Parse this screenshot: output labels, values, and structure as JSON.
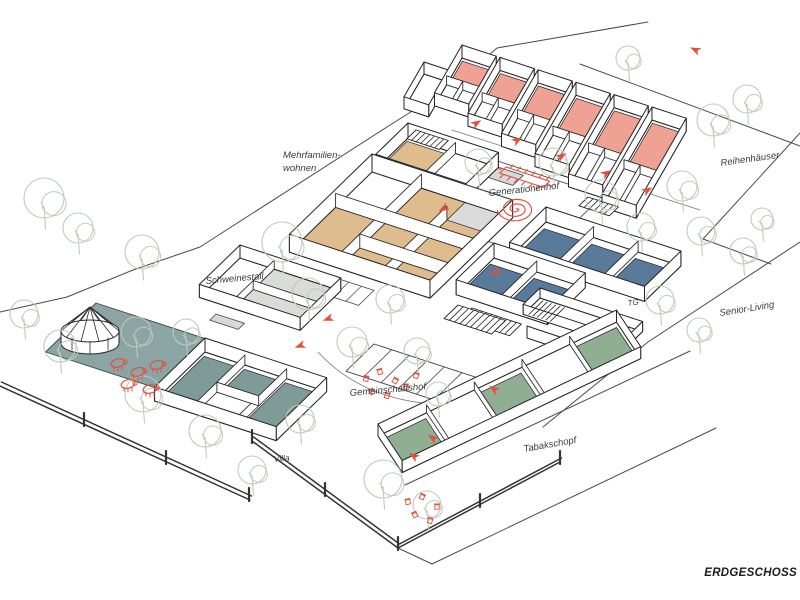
{
  "title": "ERDGESCHOSS",
  "labels": {
    "mehrfamilien_line1": "Mehrfamilien-",
    "mehrfamilien_line2": "wohnen",
    "reihenhaeuser": "Reihenhäuser",
    "generationenhof": "Generationenhof",
    "schweinestall": "Schweinestall",
    "senior_living": "Senior-Living",
    "tg": "TG",
    "gemeinschaftshof": "Gemeinschaftshof",
    "tabakschopf": "Tabakschopf",
    "villa": "Villa",
    "erdgeschoss": "ERDGESCHOSS"
  },
  "colors": {
    "rowhouse_floor": "#efa193",
    "apartment_floor": "#dfbc8e",
    "senior_floor": "#5a7a99",
    "villa_floor": "#7f9b99",
    "pigyard_ground": "#8aa5a3",
    "tobacco_floor": "#8fae92",
    "stable_floor": "#d9dcd9",
    "path_gray": "#d8d8d8",
    "accent_red": "#e2503c",
    "tree_outline": "#bfcabf",
    "line": "#222222",
    "boundary_line": "#4a4a4a",
    "wall_fill": "#ffffff"
  }
}
